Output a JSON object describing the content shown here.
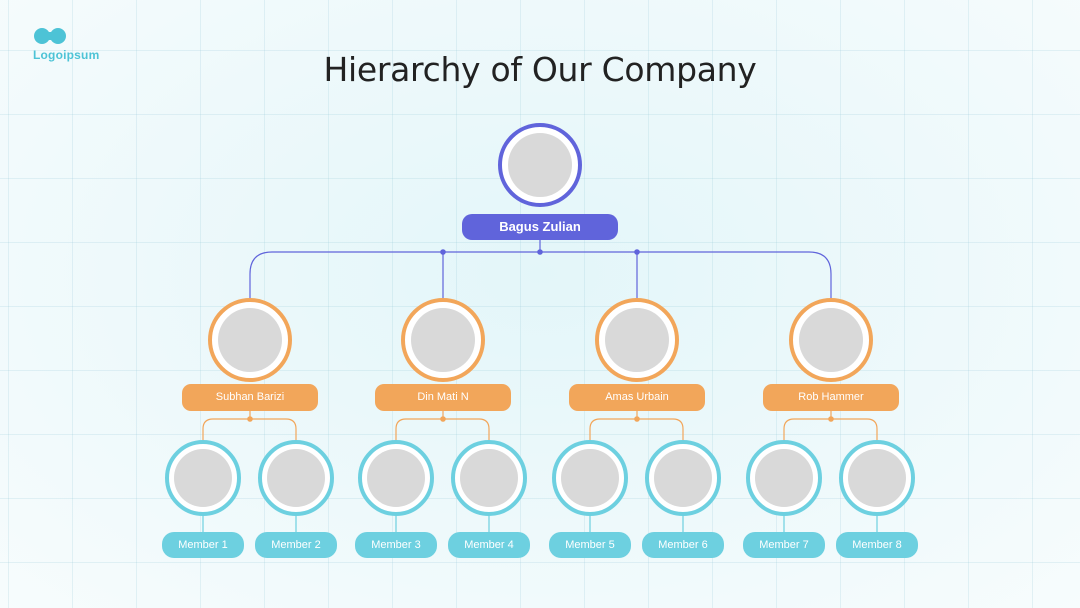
{
  "logo": {
    "text": "Logoipsum"
  },
  "title": "Hierarchy of Our Company",
  "colors": {
    "ceo": "#6064db",
    "manager": "#f2a65a",
    "member": "#6dd0e0",
    "photo": "#d9d9d9",
    "logo": "#4dc3d6"
  },
  "ceo": {
    "name": "Bagus Zulian"
  },
  "managers": [
    {
      "name": "Subhan Barizi",
      "members": [
        "Member 1",
        "Member 2"
      ]
    },
    {
      "name": "Din Mati N",
      "members": [
        "Member 3",
        "Member 4"
      ]
    },
    {
      "name": "Amas Urbain",
      "members": [
        "Member 5",
        "Member 6"
      ]
    },
    {
      "name": "Rob Hammer",
      "members": [
        "Member 7",
        "Member 8"
      ]
    }
  ]
}
